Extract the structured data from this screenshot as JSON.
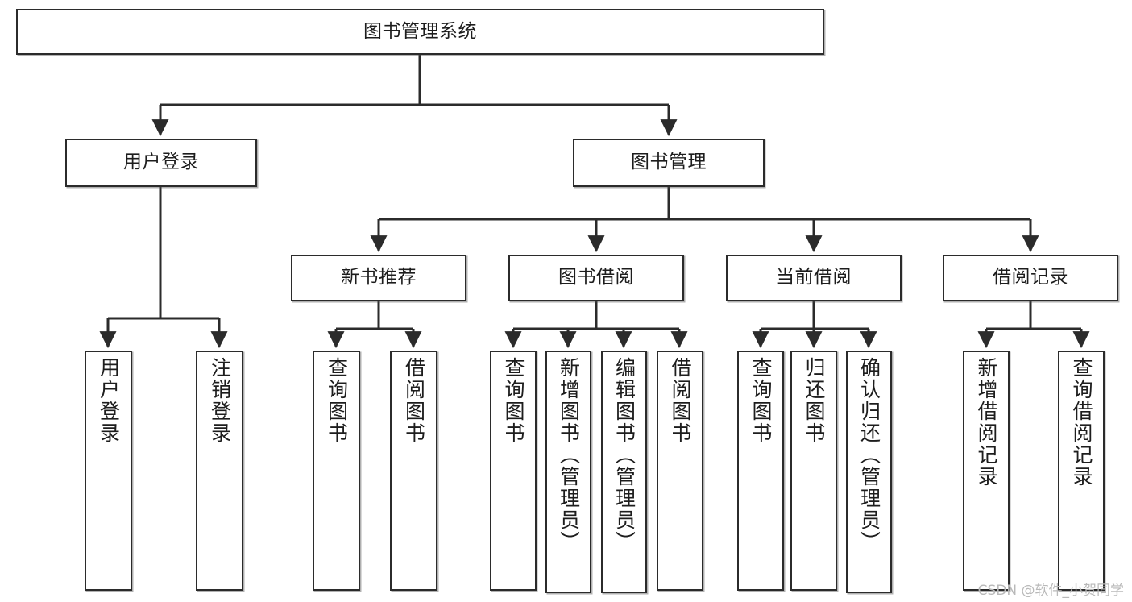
{
  "diagram": {
    "type": "tree",
    "title": "图书管理系统",
    "orientation": "top-down",
    "colors": {
      "box_border": "#2b2b2b",
      "box_fill": "#ffffff",
      "edge": "#2b2b2b",
      "text": "#1d1d1d",
      "watermark": "#b9b9b9"
    }
  },
  "root": {
    "label": "图书管理系统"
  },
  "level2": [
    {
      "label": "用户登录"
    },
    {
      "label": "图书管理"
    }
  ],
  "level3": [
    {
      "label": "新书推荐"
    },
    {
      "label": "图书借阅"
    },
    {
      "label": "当前借阅"
    },
    {
      "label": "借阅记录"
    }
  ],
  "leaves": {
    "user_login": [
      {
        "label": "用户登录"
      },
      {
        "label": "注销登录"
      }
    ],
    "new_book_recommend": [
      {
        "label": "查询图书"
      },
      {
        "label": "借阅图书"
      }
    ],
    "book_borrow": [
      {
        "label": "查询图书"
      },
      {
        "label": "新增图书（管理员）"
      },
      {
        "label": "编辑图书（管理员）"
      },
      {
        "label": "借阅图书"
      }
    ],
    "current_borrow": [
      {
        "label": "查询图书"
      },
      {
        "label": "归还图书"
      },
      {
        "label": "确认归还（管理员）"
      }
    ],
    "borrow_record": [
      {
        "label": "新增借阅记录"
      },
      {
        "label": "查询借阅记录"
      }
    ]
  },
  "watermark": {
    "text": "CSDN @软件_小贺同学"
  }
}
